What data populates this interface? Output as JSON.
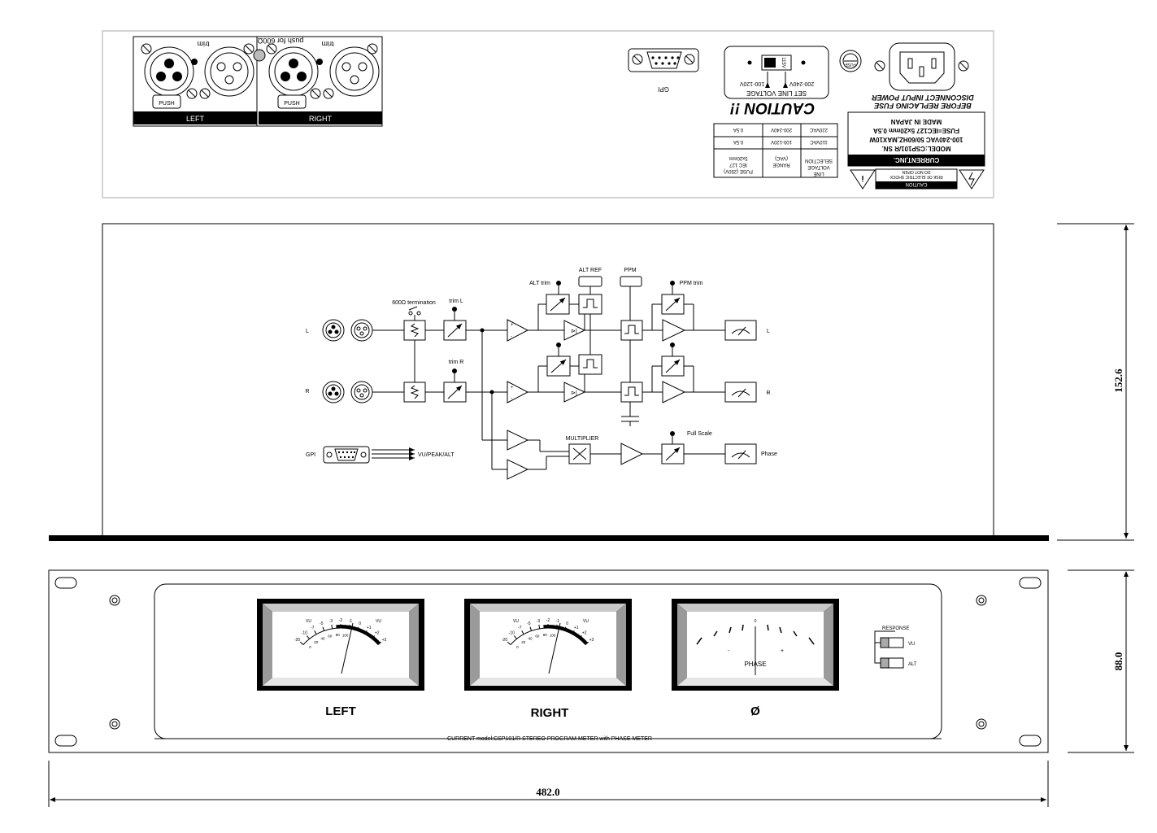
{
  "rear_panel": {
    "left_label": "LEFT",
    "right_label": "RIGHT",
    "push_label": "PUSH",
    "trim_label": "trim",
    "push_600_label": "push for 600Ω",
    "gpi_label": "GPI",
    "set_line_voltage": "SET LINE VOLTAGE",
    "voltage_100": "100-120V",
    "voltage_200": "200-240V",
    "switch_label": "115V",
    "caution_big": "CAUTION !!",
    "fuse_label": "FUSE",
    "disconnect_1": "DISCONNECT INPUT POWER",
    "disconnect_2": "BEFORE REPLACING FUSE",
    "company": "CURRENT,INC.",
    "model": "MODEL:CSP101/R SN.",
    "power": "100-240VAC 50/60HZ,MAX10W",
    "fuse_spec": "FUSE=IEC127 5x20mm 0.5A",
    "made_in": "MADE IN JAPAN",
    "caution_small": "CAUTION",
    "shock_1": "RISK OF ELECTRIC SHOCK",
    "shock_2": "DO NOT OPEN",
    "table": {
      "h1": [
        "LINE",
        "VOLTAGE",
        "SELECTION"
      ],
      "h2": [
        "RANGE",
        "(VAC)"
      ],
      "h3": [
        "FUSE (250V)",
        "IEC 127",
        "5x20mm"
      ],
      "r1": [
        "110VAC",
        "100-120V",
        "0.5A"
      ],
      "r2": [
        "220VAC",
        "200-240V",
        "0.5A"
      ]
    }
  },
  "block_diagram": {
    "ch_l": "L",
    "ch_r": "R",
    "gpi": "GPI",
    "termination": "600Ω termination",
    "trim_l": "trim L",
    "trim_r": "trim R",
    "alt_trim": "ALT trim",
    "alt_ref": "ALT REF",
    "ppm": "PPM",
    "ppm_trim": "PPM trim",
    "multiplier": "MULTIPLIER",
    "full_scale": "Full Scale",
    "vu_peak_alt": "VU/PEAK/ALT",
    "out_l": "L",
    "out_r": "R",
    "out_phase": "Phase"
  },
  "front_panel": {
    "left": "LEFT",
    "right": "RIGHT",
    "phase_symbol": "Ø",
    "phase_meter": "PHASE",
    "minus": "-",
    "plus": "+",
    "zero": "0",
    "vu": "VU",
    "response": "RESPONSE",
    "resp_vu": "VU",
    "resp_alt": "ALT",
    "footer": "CURRENT model:CSP101/R STEREO PROGRAM METER with PHASE METER",
    "scale_top": [
      "-20",
      "-10",
      "-7",
      "-5",
      "-3",
      "-2",
      "-1",
      "0",
      "+1",
      "+2",
      "+3"
    ],
    "scale_bottom": [
      "0",
      "20",
      "40",
      "60",
      "80",
      "100"
    ]
  },
  "dimensions": {
    "depth": "152.6",
    "height": "88.0",
    "width": "482.0"
  }
}
